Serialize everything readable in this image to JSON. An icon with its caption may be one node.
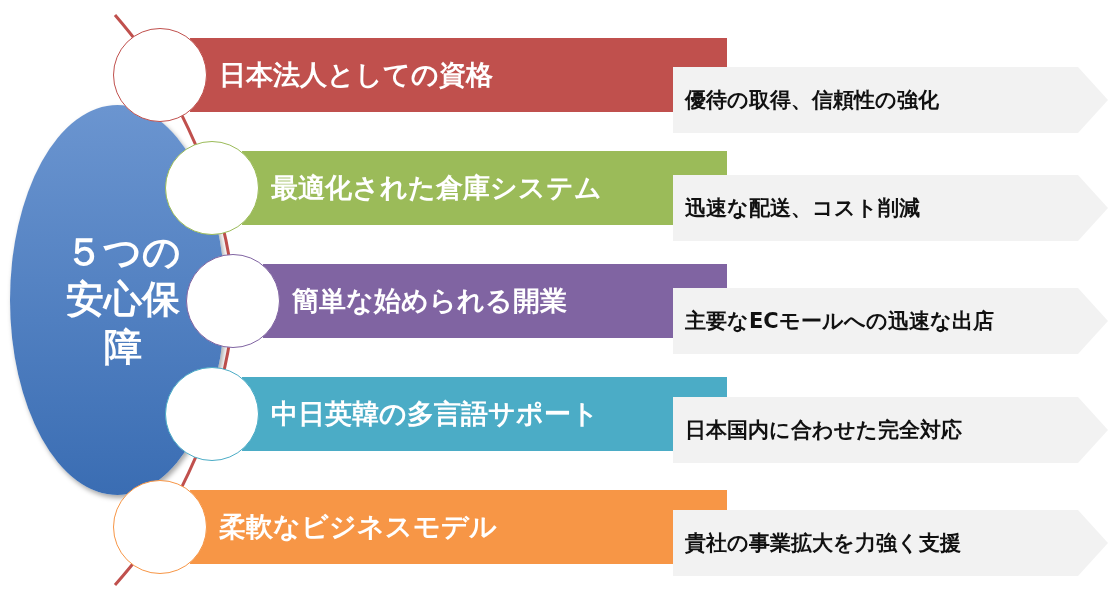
{
  "diagram": {
    "nodes": [
      {
        "text": [
          "５つの安心保障"
        ]
      },
      {
        "text": [],
        "shape": "circle"
      },
      {
        "text": [
          "日本法人としての資格"
        ]
      },
      {
        "text": [
          "優待の取得、信頼性の強化"
        ]
      },
      {
        "text": [],
        "shape": "circle"
      },
      {
        "text": [
          "最適化された倉庫システム"
        ]
      },
      {
        "text": [
          "迅速な配送、コスト削減"
        ]
      },
      {
        "text": [],
        "shape": "circle"
      },
      {
        "text": [
          "簡単な始められる開業"
        ]
      },
      {
        "text": [
          "主要なECモールへの迅速な出店"
        ]
      },
      {
        "text": [],
        "shape": "circle"
      },
      {
        "text": [
          "中日英韓の多言語サポート"
        ]
      },
      {
        "text": [
          "日本国内に合わせた完全対応"
        ]
      },
      {
        "text": [],
        "shape": "circle"
      },
      {
        "text": [
          "柔軟なビジネスモデル"
        ]
      },
      {
        "text": [
          "貴社の事業拡大を力強く支援"
        ]
      }
    ]
  }
}
